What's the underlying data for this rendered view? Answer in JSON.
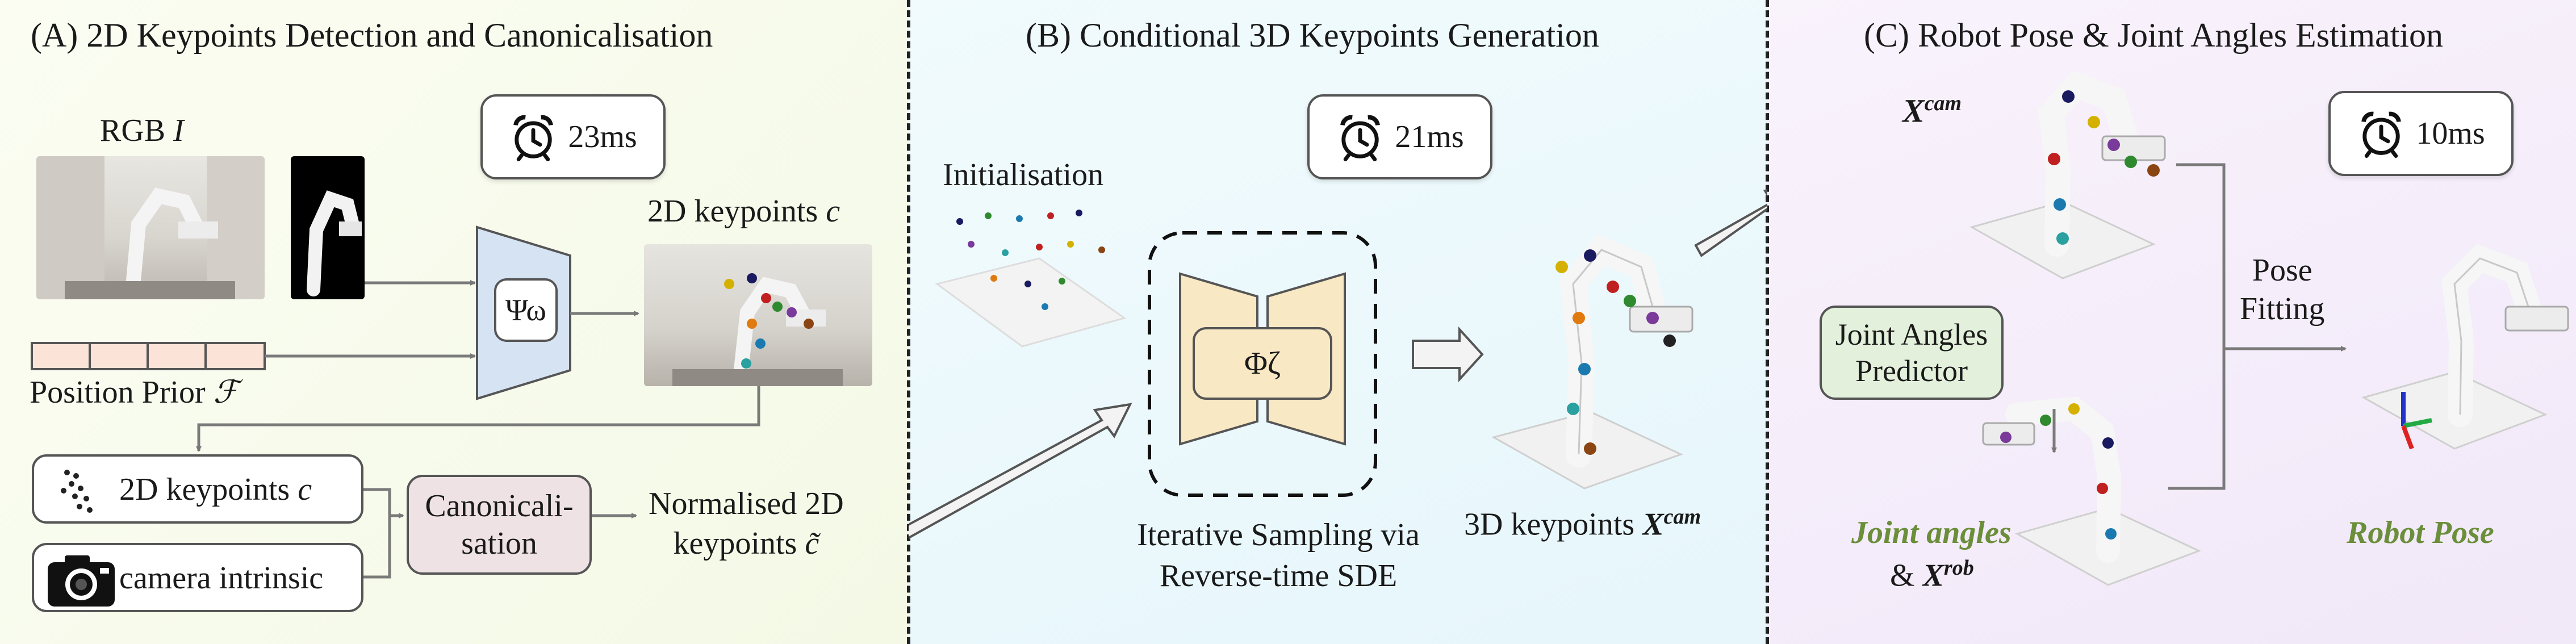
{
  "panelA": {
    "title": "(A) 2D Keypoints Detection and Canonicalisation",
    "rgb_label": "RGB ",
    "rgb_var": "I",
    "timer": "23ms",
    "psi_label": "Ψω",
    "kp2d_label": "2D keypoints ",
    "kp2d_var": "c",
    "position_prior_label": "Position Prior ",
    "position_prior_var": "ℱ",
    "chip_kp_label": "2D keypoints ",
    "chip_kp_var": "c",
    "chip_cam_label": "camera intrinsic",
    "canon_line1": "Canonicali-",
    "canon_line2": "sation",
    "norm_line1": "Normalised 2D",
    "norm_line2": "keypoints ",
    "norm_var": "c̃"
  },
  "panelB": {
    "title": "(B) Conditional 3D Keypoints Generation",
    "init_label": "Initialisation",
    "timer": "21ms",
    "phi_label": "Φζ",
    "sampling_line1": "Iterative Sampling via",
    "sampling_line2": "Reverse-time SDE",
    "kp3d_label": "3D keypoints ",
    "kp3d_var": "X",
    "kp3d_sup": "cam"
  },
  "panelC": {
    "title": "(C) Robot Pose & Joint Angles Estimation",
    "xcam_var": "X",
    "xcam_sup": "cam",
    "timer": "10ms",
    "predictor_line1": "Joint Angles",
    "predictor_line2": "Predictor",
    "fitting_line1": "Pose",
    "fitting_line2": "Fitting",
    "joint_angles_label": "Joint angles",
    "xrob_prefix": "& ",
    "xrob_var": "X",
    "xrob_sup": "rob",
    "robot_pose_label": "Robot Pose"
  },
  "colors": {
    "panelA_bg": "#f4f9e6",
    "panelB_bg": "#e6f6fb",
    "panelC_bg": "#f1e8f8",
    "accent_green": "#6b8e3a",
    "psi_box": "#d5e3f3",
    "canon_box": "#efe2e4",
    "predictor_box": "#e3f1dc",
    "phi_box": "#f8e8c4",
    "prior_cells": "#fbe3d8"
  },
  "icons": [
    "alarm-clock-icon",
    "camera-icon",
    "robot-arm-render",
    "keypoint-scatter"
  ]
}
